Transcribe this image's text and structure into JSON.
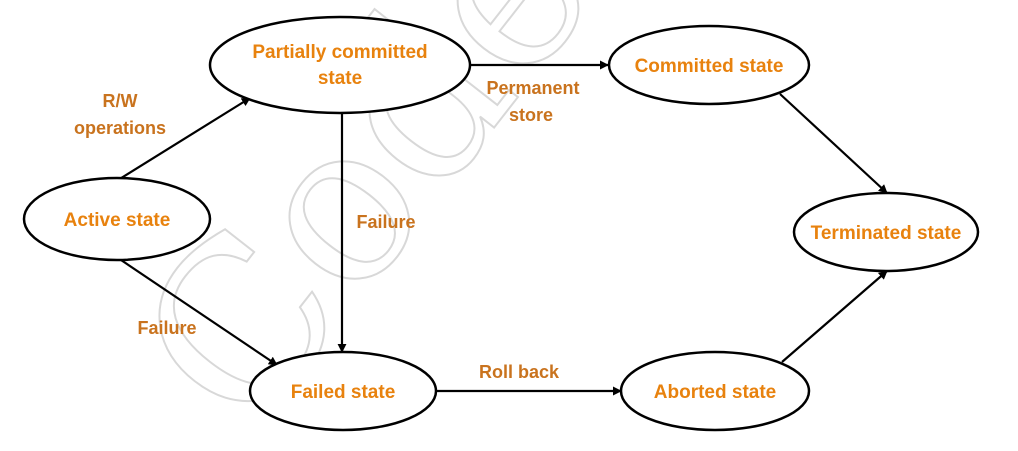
{
  "watermark": "Codel",
  "colors": {
    "state_text": "#e8820e",
    "edge_text": "#c9731e",
    "outline": "#000000"
  },
  "states": {
    "active": "Active state",
    "partially_committed_line1": "Partially committed",
    "partially_committed_line2": "state",
    "committed": "Committed state",
    "terminated": "Terminated state",
    "failed": "Failed state",
    "aborted": "Aborted state"
  },
  "transitions": {
    "rw_line1": "R/W",
    "rw_line2": "operations",
    "permanent_line1": "Permanent",
    "permanent_line2": "store",
    "failure_from_partial": "Failure",
    "failure_from_active": "Failure",
    "roll_back": "Roll back"
  }
}
